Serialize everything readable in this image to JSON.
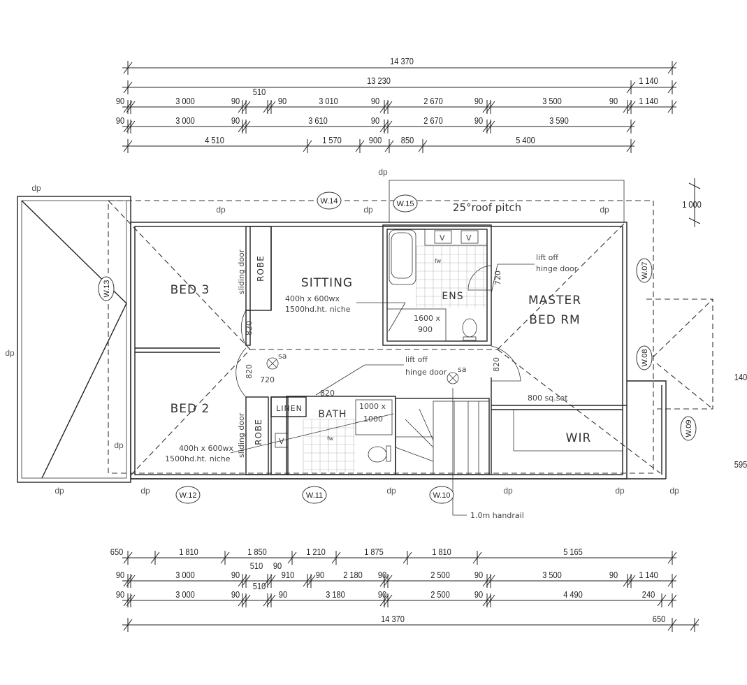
{
  "top_dimensions": {
    "overall": "14 370",
    "row2": [
      "13 230",
      "1 140"
    ],
    "row3": [
      "90",
      "3 000",
      "90",
      "510",
      "90",
      "3 010",
      "90",
      "2 670",
      "90",
      "3 500",
      "90",
      "1 140"
    ],
    "row4": [
      "90",
      "3 000",
      "90",
      "3 610",
      "90",
      "2 670",
      "90",
      "3 590"
    ],
    "row5": [
      "4 510",
      "1 570",
      "900",
      "850",
      "5 400"
    ]
  },
  "bottom_dimensions": {
    "row1": [
      "650",
      "1 810",
      "1 850",
      "1 210",
      "1 875",
      "1 810",
      "5 165"
    ],
    "row2": [
      "90",
      "3 000",
      "90",
      "510",
      "90",
      "910",
      "90",
      "2 180",
      "90",
      "2 500",
      "90",
      "3 500",
      "90",
      "1 140",
      "510"
    ],
    "row3": [
      "90",
      "3 000",
      "90",
      "90",
      "3 180",
      "90",
      "2 500",
      "90",
      "4 490",
      "240"
    ],
    "row4": [
      "14 370",
      "650"
    ]
  },
  "side_dimensions": [
    "1 000",
    "140",
    "595"
  ],
  "rooms": {
    "bed3": "BED 3",
    "bed2": "BED 2",
    "sitting": "SITTING",
    "ens": "ENS",
    "master": [
      "MASTER",
      "BED RM"
    ],
    "bath": "BATH",
    "linen": "LINEN",
    "wir": "WIR",
    "robe": "ROBE"
  },
  "notes": {
    "roof_pitch": "25°roof pitch",
    "sliding_door": "sliding door",
    "niche": [
      "400h x 600wx",
      "1500hd.ht. niche"
    ],
    "lift_off": [
      "lift off",
      "hinge door"
    ],
    "shower_ens": [
      "1600 x",
      "900"
    ],
    "shower_bath": [
      "1000 x",
      "1000"
    ],
    "handrail": "1.0m handrail",
    "sq_set": "800 sq.set",
    "sa": "sa",
    "fw": "fw",
    "v": "V",
    "door_820": "820",
    "door_720": "720"
  },
  "windows": [
    "W.07",
    "W.08",
    "W.09",
    "W.10",
    "W.11",
    "W.12",
    "W.13",
    "W.14",
    "W.15"
  ],
  "dp_label": "dp"
}
